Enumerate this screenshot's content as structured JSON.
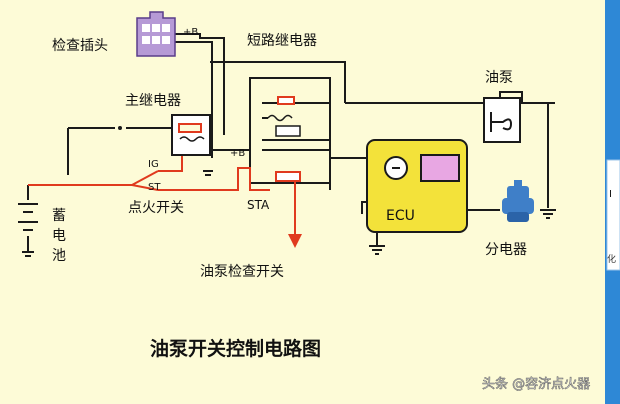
{
  "labels": {
    "check_plug": "检查插头",
    "plus_b_plug": "+B",
    "short_relay": "短路继电器",
    "main_relay": "主继电器",
    "plus_b_main": "+B",
    "fuel_pump": "油泵",
    "ig": "IG",
    "st": "ST",
    "ignition_switch": "点火开关",
    "battery": "蓄电池",
    "sta": "STA",
    "ecu": "ECU",
    "distributor": "分电器",
    "pump_check_switch": "油泵检查开关",
    "title": "油泵开关控制电路图",
    "watermark": "头条 @容济点火器",
    "side_glyph_1": "I",
    "side_glyph_2": "化"
  },
  "colors": {
    "background": "#fdfbd7",
    "wire": "#1a1a1a",
    "hot_wire": "#e03a1e",
    "ecu_box": "#f3e23a",
    "ecu_inner": "#e8a7e3",
    "plug": "#b69ad6",
    "distributor": "#3f7fc8",
    "side_panel": "#2e88d6"
  }
}
